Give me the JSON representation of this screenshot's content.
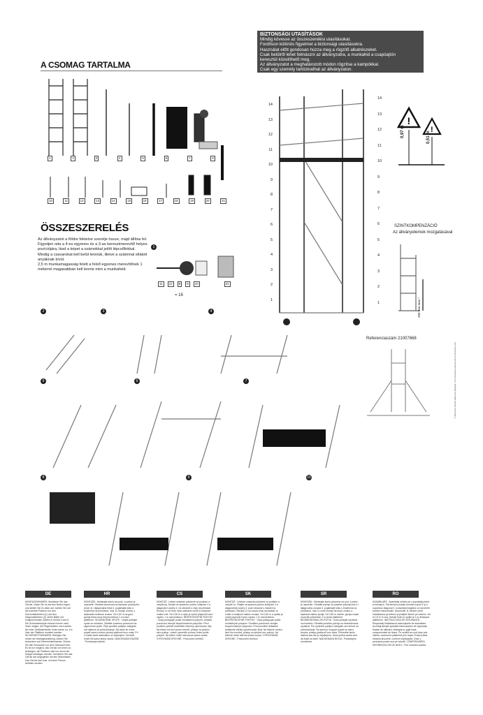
{
  "safety": {
    "heading": "BIZTONSÁGI UTASÍTÁSOK",
    "lines": [
      "Mindig kövesse az összeszerelési utasításokat.",
      "Fordítson különös figyelmet a biztonsági utasításokra.",
      "Használat előtt gondosan húzza meg a rögzítő alkatrészeket.",
      "Csak belülről lehet felmászni az állványzatra, a munkahid a csapóajtón",
      "keresztül közelíthető meg.",
      "Az állványzatot a meghatározott módon rögzítse a kampókkal.",
      "Csak egy személy tartózkodhat az állványzaton."
    ]
  },
  "package": {
    "title": "A CSOMAG TARTALMA",
    "row1_labels": [
      "1",
      "2",
      "3",
      "4",
      "5",
      "6",
      "7",
      "8"
    ],
    "row2_labels": [
      "10",
      "11",
      "12",
      "13",
      "14",
      "15",
      "16",
      "17",
      "18",
      "19",
      "20",
      "21"
    ]
  },
  "assembly": {
    "title": "ÖSSZESZERELÉS",
    "paragraphs": [
      "Az állványzatot a földre fektetve szerelje össze, majd állítsa fel.",
      "Figyeljen oda a 4-es egyenes és a 3-as keresztmerevítő helyes pozíciójára, lásd a képet a számokkal jelölt lépcsőfokkal.",
      "Mindig a csavarokat kell belül lenniük, illetve a számmal ellátott anyáknak kívül.",
      "2,5 m munkamagasság felett a felső egyenes merevítőnek 1 méterrel magasabban kell lennie mint a munkahéd."
    ],
    "step1_parts": [
      "11",
      "12",
      "8",
      "9",
      "10",
      "21"
    ],
    "step1_equation": "= 16",
    "steps": [
      "1",
      "2",
      "3",
      "4",
      "5",
      "6",
      "7",
      "8",
      "9",
      "10"
    ]
  },
  "tower": {
    "levels_left": [
      "14",
      "13",
      "12",
      "11",
      "10",
      "9",
      "8",
      "7",
      "6",
      "5",
      "4",
      "3",
      "2",
      "1"
    ],
    "levels_right": [
      "14",
      "13",
      "12",
      "11",
      "10",
      "9",
      "8",
      "7",
      "6",
      "5",
      "4",
      "3",
      "2",
      "1"
    ],
    "height_label_1": "0,97 m",
    "height_label_2": "0,51 m"
  },
  "leveling": {
    "title": "SZINTKOMPENZÁCIÓ",
    "subtitle": "Az állványelemek mozgatásával",
    "dimension": "280 mm max *"
  },
  "reference": {
    "label": "Referenciaszám 21007668"
  },
  "languages": [
    {
      "code": "DE",
      "text": "MONTAGEHINWEIS: Montieren Sie das Gerüst, indem Sie es auf den Boden legen, und stellen Sie es dann auf. Achten Sie auf die korrekte Position von den Horizontalstreben (4) und den Diagonalstreben (3), siehe Bilder mit entsprechenden Zahlen in Schritt 4 und 6. Die Schraubenköpfe müssen immer nach innen zeigen; die Flügelmuttern nach außen. Ab einer Geländerstrebe muss immer ca. 1m über der Plattform montiert werden. SICHERHEITSHINWEIS: Befolgen Sie immer die Montageanleitung. Achten Sie besonders auf Sicherheitshinweise. Ziehen Sie alle Schrauben vor dem Gebrauch fest. Es ist nur möglich, das Gerüst von innen zu besteigen, die Plattform darf nur durch die Klappe bestiegen werden. Montieren Sie das Gerüst wie angegeben mit den Wandhaken. Das Gerüst darf max. mit einer Person betreten werden."
    },
    {
      "code": "HR",
      "text": "MONTAŽA :  Montirajte skelu na podu, a potom je uspravite. Obratite pozornost na ispravan položaj tiro  (mice 4) i dijagonalna letva 3, pogledajte sliku s brojevima na prečkama. Vijci 11 moraju unutra, s leptirastim maticom izvana. Od 2,50 m na gore, gornja letva mora biti prićvrićena 1 m iznad platforme. SIGURNOSNE UPUTE : Uvijek poštujte upute za montažu. Obratite posebnu pozornost na sigurnosne upute. Prije uporabe pažljivo zategnite sve dijelove za pričvršćivanje. Na skelu se može popeti samo iznutra; pristup platformi kroz vrata. Pri  č vrstite skele adekvatno uz objamjeno. Na skeli može biti samo jedna osoba. NADOKNADA RAZINE : Pomicanjem ljestvi."
    },
    {
      "code": "CS",
      "text": "MONTÁŽ : Lešení sestavte položené na podlaze a vztyčte jej. Dbejte na správnou polohu kolejnice 4 a diagonální vzpěry 3, viz obrázek s  čísly na příčkách. Šrouby 11 se musí vždy nacházet  uvnitř a motýlové matice vně. Od 2,50 m a výše je nutné připevnit horní vzpěru 1 m nad plošinou. BEZPEČNOSTNÍ POKYNY : Vždy postupujte podle montážních pokynů. Zvláštní pozornost věnujte bezpečnostním pokynům. Před použitím pečlivě dotáhněte všechny upevňovací díly. Na lešení lze lézt pouze zevnitř, přístup na plošinu skrz poklop. Lešení upevněte pomocí kotev podle pokynů. Na lešení může stát pouze jedna osoba. VYROVNÁNÍ ÚROVNĚ : Posunutím žebříků."
    },
    {
      "code": "SK",
      "text": "MONTÁŽ : Lešenie zostavte položené na podlahe a vztyčte ho. Dbajte na správnu polohu koľajnice 4 a diagonálnej vzpery 3, pozri obrázok s  číslami na priečkach. Skrutky 11 sa musia vždy nachádzať vo vnútri a motýlové matice zvonka. Od 2,50 m a vyššie je nutné pripevniť hornú vzperu 1 m nad plošinou. BEZPEČNOSTNÉ POKYNY : Vždy postupujte podľa montážnych pokynov. Osobitnú pozornosť venujte bezpečnostným pokynom. Pred použitím dôkladne dotiahnite všetky upevňovacie diely. Na lešenie možno liezť iba zvnútra, prístup na plošinu cez poklop. Na lešenie môže stáť iba jedna osoba. VYROVNANIE ÚROVNE : Posunutím rebríkov."
    },
    {
      "code": "SR",
      "text": "MONTAŽA : Montirajte skelu položenu na pod, a zatim je uspravite. Obratite pažnju na pravilan položaj šine 4 i dijagonalnu nosača  3, pogledajte sliku s brojevima na prečkama. Vijci 11 uvek moraju da budu unutra, a leptirasti matice spolja. Od 2,50 m naviše, gornja nosač mora biti pričvršćen 1 m iznad platforme. BEZBEDNOSNA UPUTSTVA : Uvek poštujte uputstva za montažu. Obratite posebnu pažnju na bezbednosna uputstva. Pre upotrebe pažljivo zategnite sve delove za pričvršćivanje. Na skelu je moguće popeti se samo iznutra; pristup platformi kroz vrata. Pričvrstite skelu sidrima kao što je objašnjeno. Samo jedna osoba sme da bude na skeli. NADOKNADA NIVOA : Podizanjem merdevina."
    },
    {
      "code": "RO",
      "text": "ASAMBLARE : Asamblaţi schela pe o suprafaţă plană şi ridicaţi-le. Fiţi atenţi la poziţia corectă a şinei 4  şi a suportului diagonal 3, consultaţi imaginea cu numerele barelor transversale. Şuruburile 11 trebuie să fie întotdeauna pe interior  şi piuliţele fluture pe exterior. De la 2,5 m în sus, trebuie fixat un sprijin la 1 m deasupra platformei. INSTRUCŢIUNI DE SIGURANŢĂ : Respectaţi întotdeauna instrucţiunile de asamblare. Acordaţi atenţie specială instrucţiunilor de siguranţă. Înainte de utilizare, strângeţi cu grijă toate componentele de fixare. Pe schelă se urcă doar prin interior, accesul la platformă prin trapă. Fixaţi schela folosind ancorele, conform explicaţiilor. Doar o persoană poate urca pe schelă. COMPENSAREA DIFERENŢELOR DE NIVEL : Prin mutarea scărilor."
    }
  ],
  "side_note": "* A feltüntetett méretek tájékoztató jellegűek. / The dimensions indicated are for information only."
}
